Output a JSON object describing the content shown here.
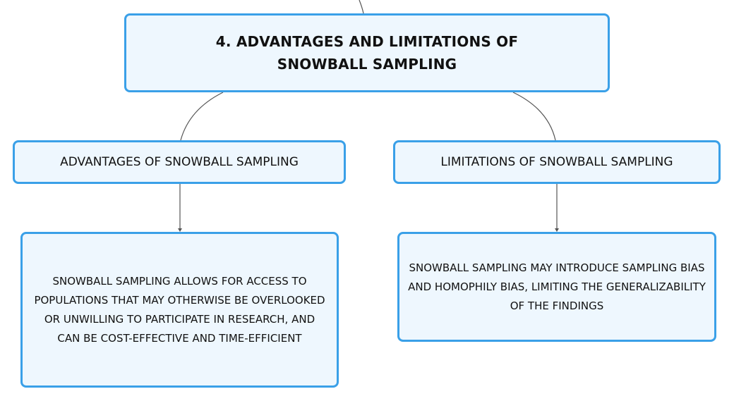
{
  "root": {
    "title": "4. ADVANTAGES AND LIMITATIONS OF SNOWBALL SAMPLING"
  },
  "branches": [
    {
      "label": "ADVANTAGES OF SNOWBALL SAMPLING",
      "detail": "SNOWBALL SAMPLING ALLOWS FOR ACCESS TO POPULATIONS THAT MAY OTHERWISE BE OVERLOOKED OR UNWILLING TO PARTICIPATE IN RESEARCH, AND CAN BE COST-EFFECTIVE AND TIME-EFFICIENT"
    },
    {
      "label": "LIMITATIONS OF SNOWBALL SAMPLING",
      "detail": "SNOWBALL SAMPLING MAY INTRODUCE SAMPLING BIAS AND HOMOPHILY BIAS, LIMITING THE GENERALIZABILITY OF THE FINDINGS"
    }
  ],
  "colors": {
    "node_border": "#3aa0e8",
    "node_fill": "#eef7fe",
    "connector": "#555555"
  }
}
